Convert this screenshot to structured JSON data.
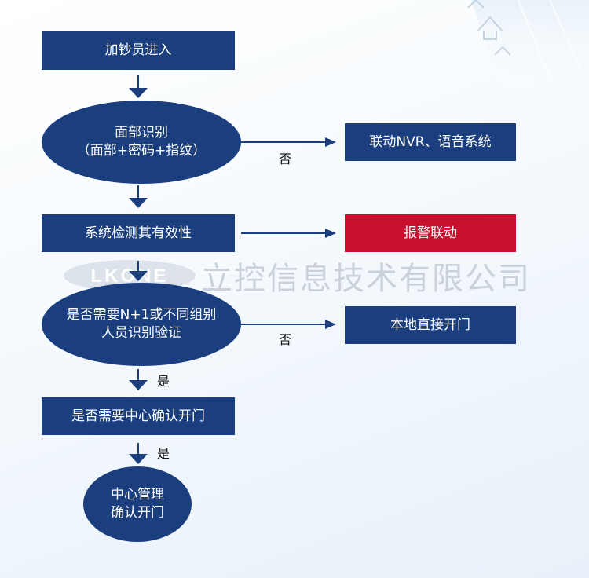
{
  "nodes": {
    "cashier_enter": {
      "line1": "加钞员进入"
    },
    "face_recog": {
      "line1": "面部识别",
      "line2": "（面部+密码+指纹）"
    },
    "nvr_voice": {
      "line1": "联动NVR、语音系统"
    },
    "system_check": {
      "line1": "系统检测其有效性"
    },
    "alarm": {
      "line1": "报警联动"
    },
    "n_plus_one": {
      "line1": "是否需要N+1或不同组别",
      "line2": "人员识别验证"
    },
    "local_open": {
      "line1": "本地直接开门"
    },
    "center_confirm_q": {
      "line1": "是否需要中心确认开门"
    },
    "center_manage": {
      "line1": "中心管理",
      "line2": "确认开门"
    }
  },
  "edge_labels": {
    "no_1": "否",
    "no_2": "否",
    "yes_1": "是",
    "yes_2": "是"
  },
  "watermark": {
    "logo": "LKONE",
    "text": "立控信息技术有限公司"
  },
  "colors": {
    "node_blue": "#1b3f7e",
    "alarm_red": "#c8102e",
    "arrow": "#1b3f7e"
  }
}
